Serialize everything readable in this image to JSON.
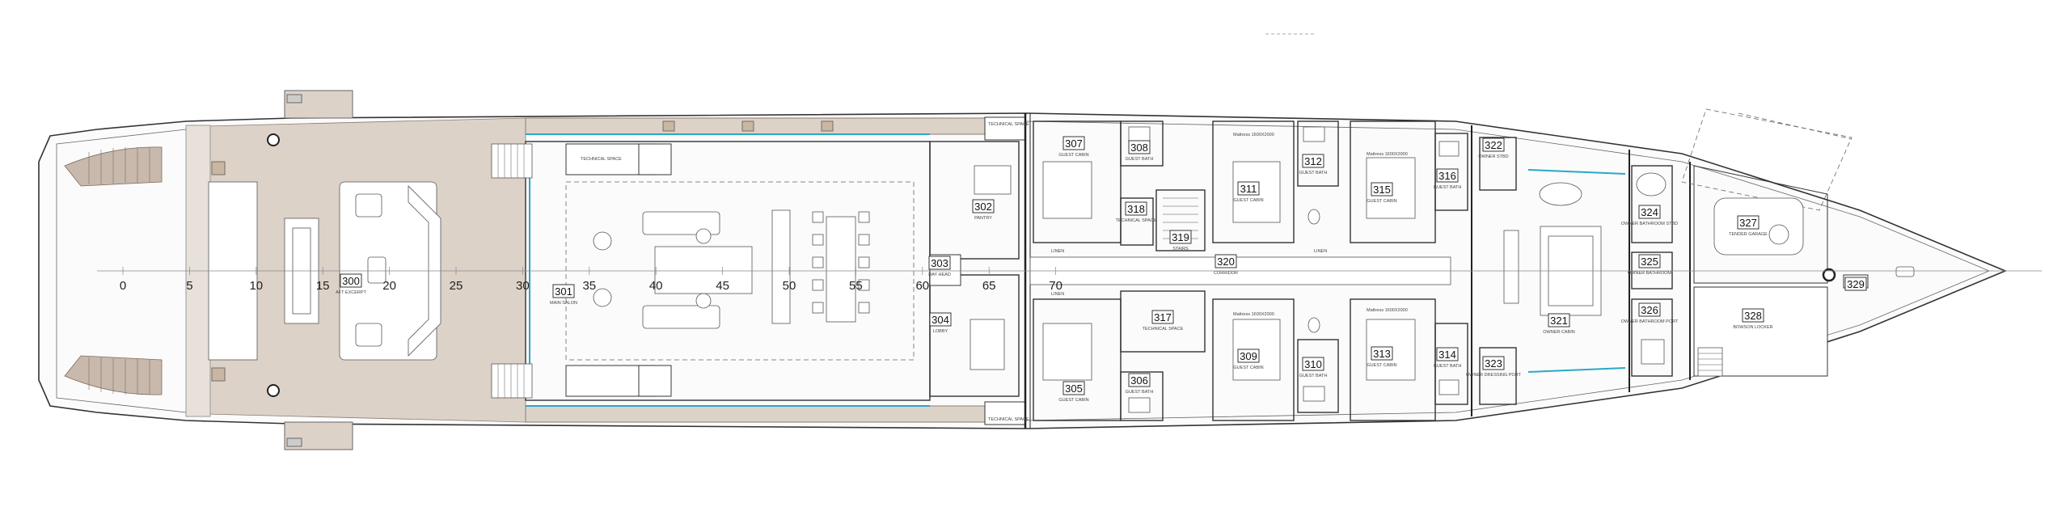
{
  "axis_labels": [
    "0",
    "5",
    "10",
    "15",
    "20",
    "25",
    "30",
    "35",
    "40",
    "45",
    "50",
    "55",
    "60",
    "65",
    "70"
  ],
  "rooms": [
    {
      "id": "r300",
      "num": "300",
      "name": "AFT EXCERPT"
    },
    {
      "id": "r301",
      "num": "301",
      "name": "MAIN SALON"
    },
    {
      "id": "r302",
      "num": "302",
      "name": "PANTRY"
    },
    {
      "id": "r303",
      "num": "303",
      "name": "DAY HEAD"
    },
    {
      "id": "r304",
      "num": "304",
      "name": "LOBBY"
    },
    {
      "id": "r305",
      "num": "305",
      "name": "GUEST CABIN"
    },
    {
      "id": "r306",
      "num": "306",
      "name": "GUEST BATH"
    },
    {
      "id": "r307",
      "num": "307",
      "name": "GUEST CABIN"
    },
    {
      "id": "r308",
      "num": "308",
      "name": "GUEST BATH"
    },
    {
      "id": "r309",
      "num": "309",
      "name": "GUEST CABIN"
    },
    {
      "id": "r310",
      "num": "310",
      "name": "GUEST BATH"
    },
    {
      "id": "r311",
      "num": "311",
      "name": "GUEST CABIN"
    },
    {
      "id": "r312",
      "num": "312",
      "name": "GUEST BATH"
    },
    {
      "id": "r313",
      "num": "313",
      "name": "GUEST CABIN"
    },
    {
      "id": "r314",
      "num": "314",
      "name": "GUEST BATH"
    },
    {
      "id": "r315",
      "num": "315",
      "name": "GUEST CABIN"
    },
    {
      "id": "r316",
      "num": "316",
      "name": "GUEST BATH"
    },
    {
      "id": "r317",
      "num": "317",
      "name": "TECHNICAL SPACE"
    },
    {
      "id": "r318",
      "num": "318",
      "name": "TECHNICAL SPACE"
    },
    {
      "id": "r319",
      "num": "319",
      "name": "STAIRS"
    },
    {
      "id": "r320",
      "num": "320",
      "name": "CORRIDOR"
    },
    {
      "id": "r321",
      "num": "321",
      "name": "OWNER CABIN"
    },
    {
      "id": "r322",
      "num": "322",
      "name": "OWNER STBD"
    },
    {
      "id": "r323",
      "num": "323",
      "name": "OWNER DRESSING PORT"
    },
    {
      "id": "r324",
      "num": "324",
      "name": "OWNER BATHROOM STBD"
    },
    {
      "id": "r325",
      "num": "325",
      "name": "OWNER BATHROOM"
    },
    {
      "id": "r326",
      "num": "326",
      "name": "OWNER BATHROOM PORT"
    },
    {
      "id": "r327",
      "num": "327",
      "name": "TENDER GARAGE"
    },
    {
      "id": "r328",
      "num": "328",
      "name": "BOWSON LOCKER"
    },
    {
      "id": "r329",
      "num": "329",
      "name": ""
    }
  ],
  "annotations": {
    "tech_space_top": "TECHNICAL SPACE",
    "tech_space_bottom": "TECHNICAL SPACE",
    "tech_space_aft": "TECHNICAL SPACE",
    "linen_top": "LINEN",
    "linen_bottom": "LINEN",
    "linen_mid": "LINEN",
    "mattress_a": "Mattress 1600X2000",
    "mattress_b": "Mattress 1600X2000",
    "mattress_c": "Mattress 1600X2000",
    "mattress_d": "Mattress 1600X2000"
  }
}
